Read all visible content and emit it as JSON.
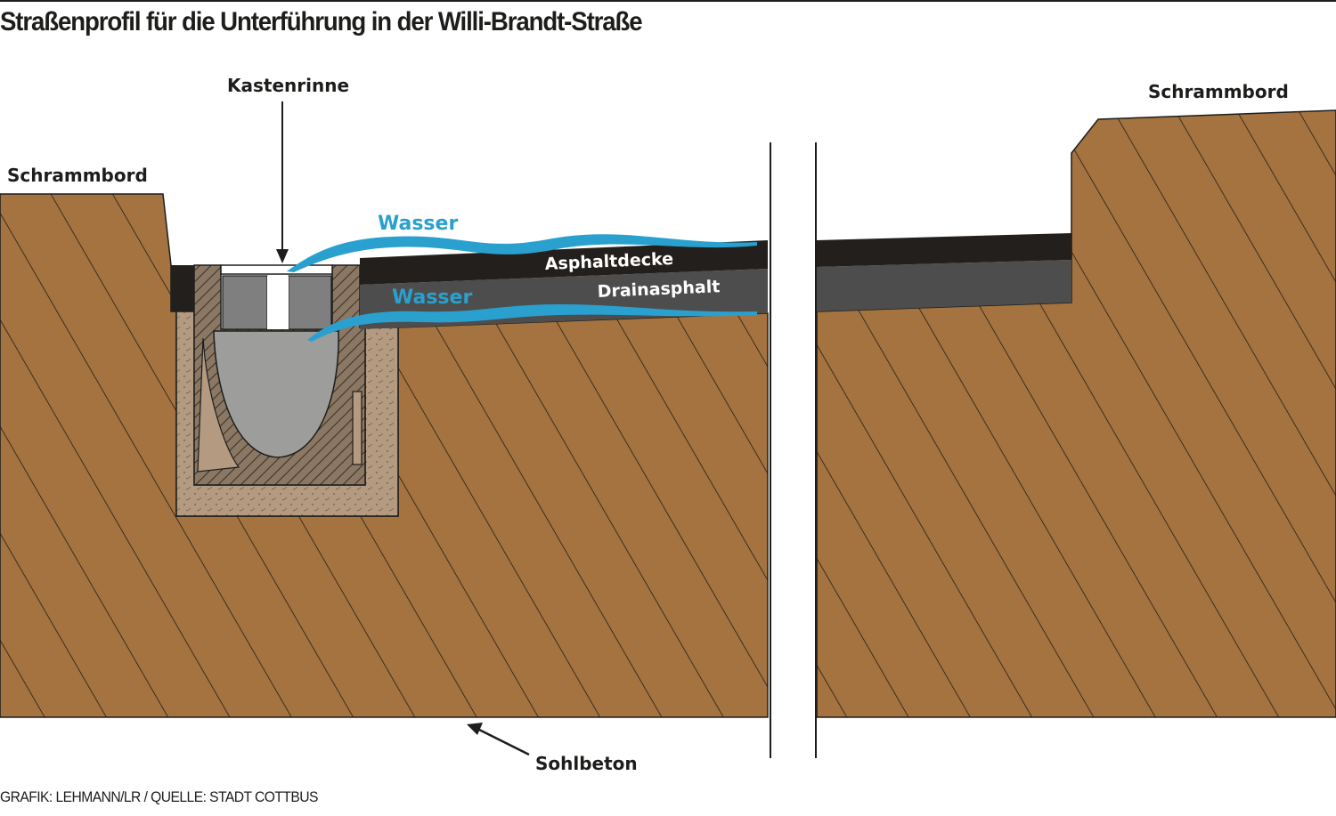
{
  "title": "Straßenprofil für die Unterführung in der Willi-Brandt-Straße",
  "credit": "GRAFIK: LEHMANN/LR / QUELLE: STADT COTTBUS",
  "labels": {
    "kastenrinne": "Kastenrinne",
    "schrammbord_left": "Schrammbord",
    "schrammbord_right": "Schrammbord",
    "wasser_top": "Wasser",
    "wasser_bottom": "Wasser",
    "asphaltdecke": "Asphaltdecke",
    "drainasphalt": "Drainasphalt",
    "sohlbeton": "Sohlbeton"
  },
  "colors": {
    "soil": "#a5733f",
    "soil_hatch": "#1d1d1b",
    "asphalt": "#231f1c",
    "drain_asphalt": "#4d4d4d",
    "water": "#2aa0cf",
    "concrete": "#a69887",
    "channel": "#9d9d9c",
    "grate": "#7f7f7f"
  }
}
